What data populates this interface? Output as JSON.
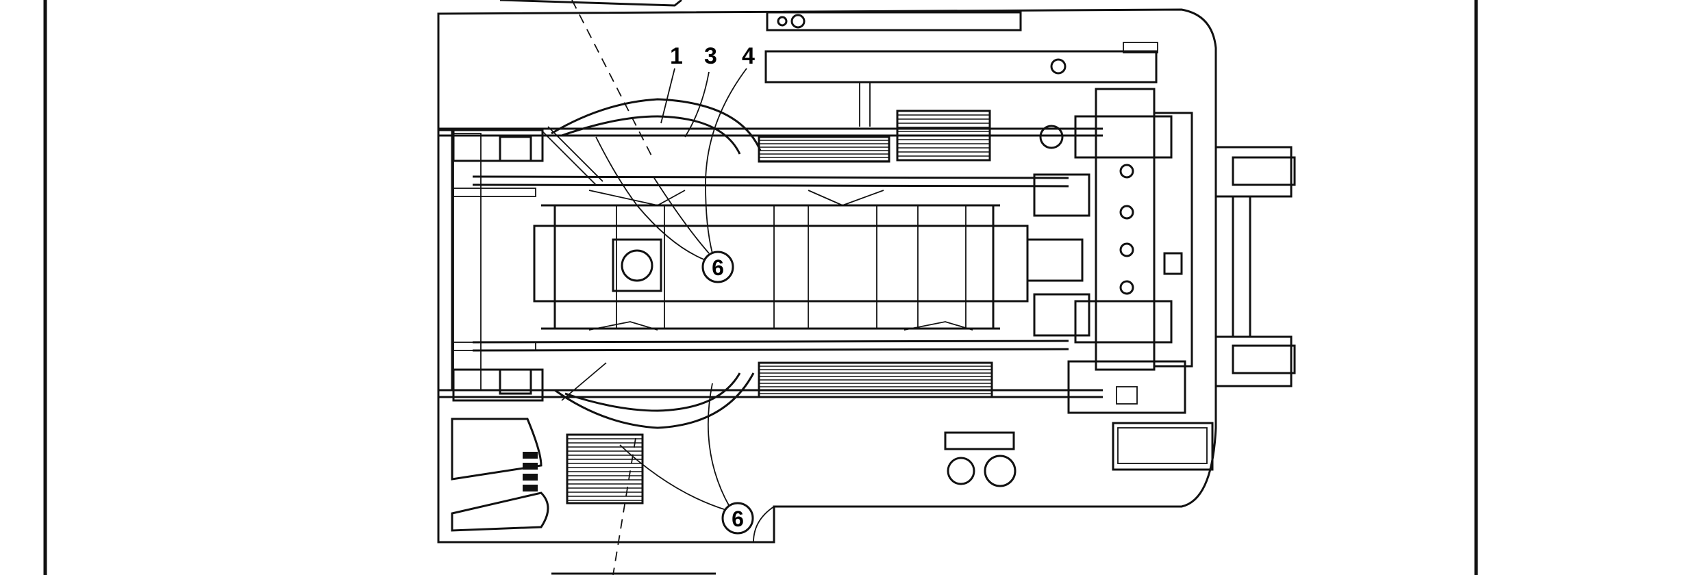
{
  "diagram": {
    "colors": {
      "ink": "#111111",
      "paper": "#ffffff"
    },
    "callouts": {
      "c1": "1",
      "c3": "3",
      "c4": "4",
      "c6_upper": "6",
      "c6_lower": "6"
    }
  }
}
